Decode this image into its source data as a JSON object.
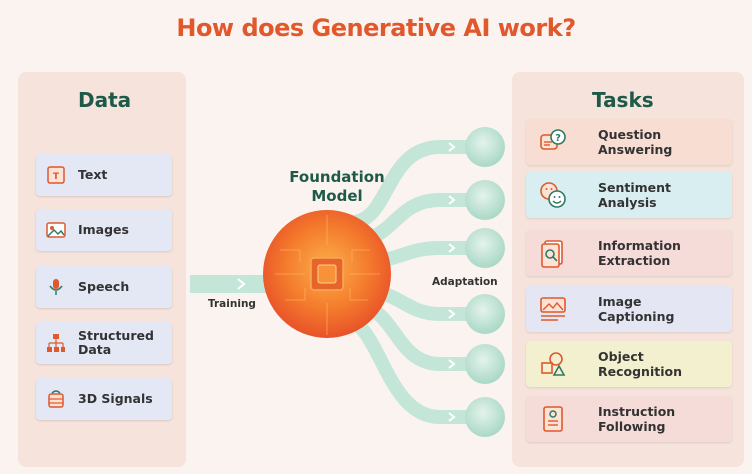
{
  "title": "How does Generative AI work?",
  "data_section": {
    "heading": "Data",
    "items": [
      {
        "label": "Text",
        "icon": "text-document-icon"
      },
      {
        "label": "Images",
        "icon": "image-icon"
      },
      {
        "label": "Speech",
        "icon": "microphone-icon"
      },
      {
        "label": "Structured\nData",
        "icon": "hierarchy-icon"
      },
      {
        "label": "3D Signals",
        "icon": "3d-signal-icon"
      }
    ]
  },
  "center": {
    "model_label": "Foundation\nModel",
    "training_label": "Training",
    "adaptation_label": "Adaptation"
  },
  "tasks_section": {
    "heading": "Tasks",
    "items": [
      {
        "label": "Question\nAnswering",
        "icon": "question-chat-icon",
        "color": "#f7ddd2"
      },
      {
        "label": "Sentiment\nAnalysis",
        "icon": "emoji-faces-icon",
        "color": "#d8eef0"
      },
      {
        "label": "Information\nExtraction",
        "icon": "document-extract-icon",
        "color": "#f6dcd9"
      },
      {
        "label": "Image\nCaptioning",
        "icon": "image-caption-icon",
        "color": "#e4e7f3"
      },
      {
        "label": "Object\nRecognition",
        "icon": "shapes-icon",
        "color": "#f3f0cf"
      },
      {
        "label": "Instruction\nFollowing",
        "icon": "instruction-document-icon",
        "color": "#f6dcd9"
      }
    ]
  },
  "colors": {
    "title": "#e0582c",
    "heading": "#1e5a4a",
    "flow": "#b9e0d3",
    "core": "#f2782b"
  }
}
